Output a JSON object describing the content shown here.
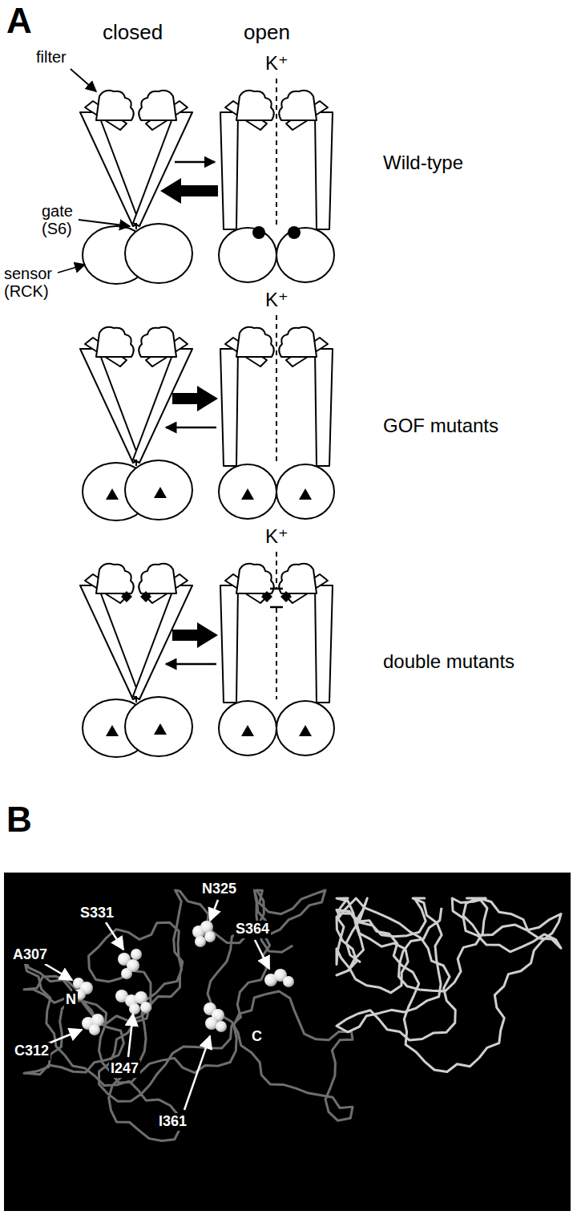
{
  "diagram": {
    "labels": [
      "A",
      "closed",
      "open",
      "filter",
      "gate (S6)",
      "sensor (RCK)",
      "K⁺",
      "Wild-type",
      "K⁺",
      "GOF mutants",
      "K⁺",
      "double mutants",
      "B",
      "N325",
      "S331",
      "A307",
      "S364",
      "N",
      "C312",
      "I247",
      "C",
      "I361"
    ]
  }
}
